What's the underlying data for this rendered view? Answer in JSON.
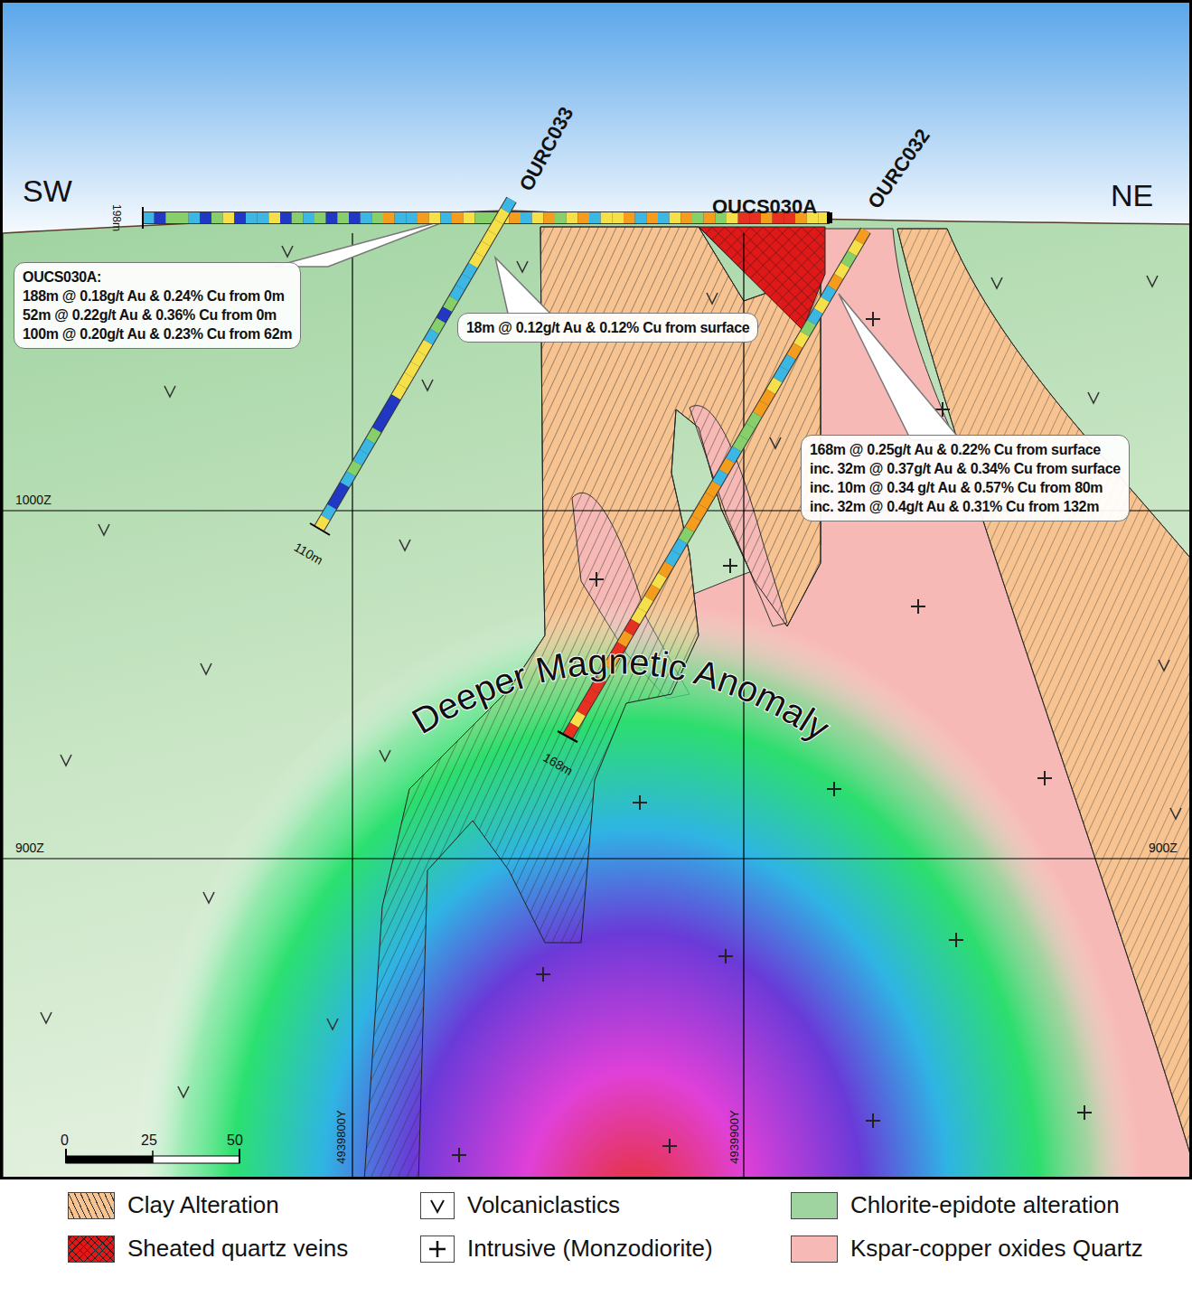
{
  "diagram": {
    "nodes": [
      {
        "text": [
          "OUCS030A:",
          "188m @ 0.18g/t Au & 0.24% Cu from 0m",
          "52m @ 0.22g/t Au & 0.36% Cu from 0m",
          "100m @ 0.20g/t Au & 0.23% Cu from 62m"
        ]
      },
      {
        "text": [
          "18m @ 0.12g/t Au & 0.12% Cu from surface"
        ]
      },
      {
        "text": [
          "168m @ 0.25g/t Au & 0.22% Cu from surface",
          "inc. 32m @ 0.37g/t Au & 0.34% Cu from surface",
          "inc. 10m @ 0.34 g/t Au & 0.57% Cu from 80m",
          "inc. 32m @ 0.4g/t Au & 0.31% Cu from 132m"
        ]
      }
    ],
    "labels": [
      "SW",
      "NE",
      "OURC033",
      "OUCS030A",
      "OURC032",
      "198m",
      "110m",
      "168m",
      "1000Z",
      "900Z",
      "900Z",
      "4939800Y",
      "4939900Y",
      "Deeper Magnetic Anomaly",
      "0",
      "25",
      "50"
    ],
    "legend": [
      {
        "text": "Clay Alteration"
      },
      {
        "text": "Sheated quartz veins"
      },
      {
        "text": "Volcaniclastics"
      },
      {
        "text": "Intrusive (Monzodiorite)"
      },
      {
        "text": "Chlorite-epidote alteration",
        "color": "#9fd3a0"
      },
      {
        "text": "Kspar-copper oxides Quartz",
        "color": "#f7b9b5"
      }
    ]
  }
}
